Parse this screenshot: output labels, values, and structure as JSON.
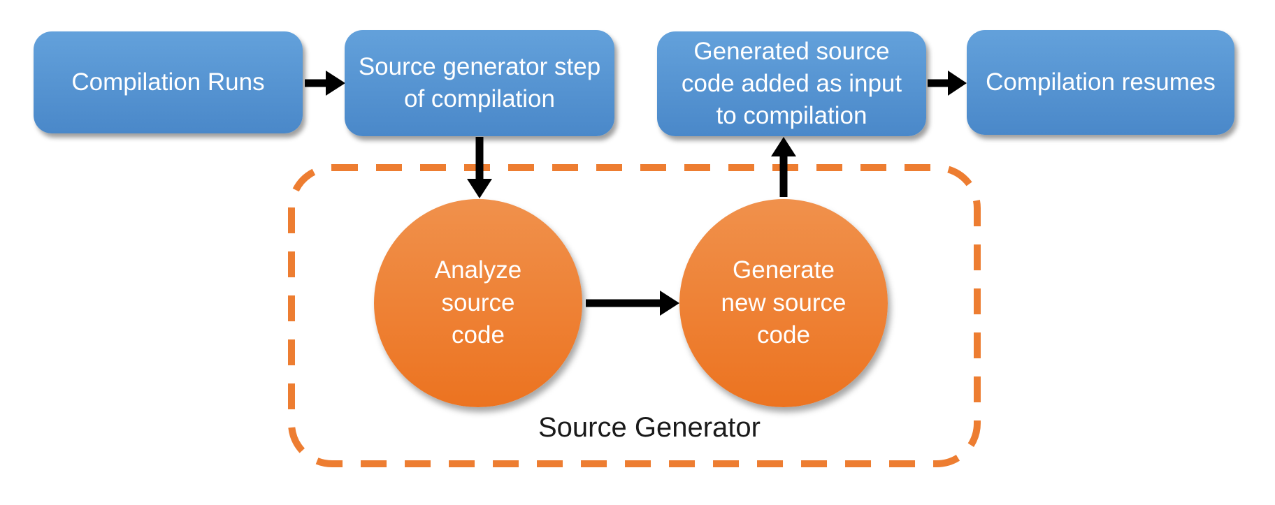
{
  "flow": {
    "boxes": [
      {
        "label": "Compilation Runs"
      },
      {
        "label": "Source generator step\nof compilation"
      },
      {
        "label": "Generated source\ncode added as input\nto compilation"
      },
      {
        "label": "Compilation resumes"
      }
    ]
  },
  "generator": {
    "label": "Source Generator",
    "steps": [
      {
        "label": "Analyze\nsource\ncode"
      },
      {
        "label": "Generate\nnew source\ncode"
      }
    ]
  },
  "colors": {
    "box_blue_top": "#63A1DB",
    "box_blue_bottom": "#4A88C9",
    "circle_orange_top": "#F0914C",
    "circle_orange_bottom": "#EC7320",
    "generator_border": "#ED7D31",
    "arrow_black": "#000000",
    "generator_label_text": "#1A1A1A",
    "box_text": "#FFFFFF"
  }
}
